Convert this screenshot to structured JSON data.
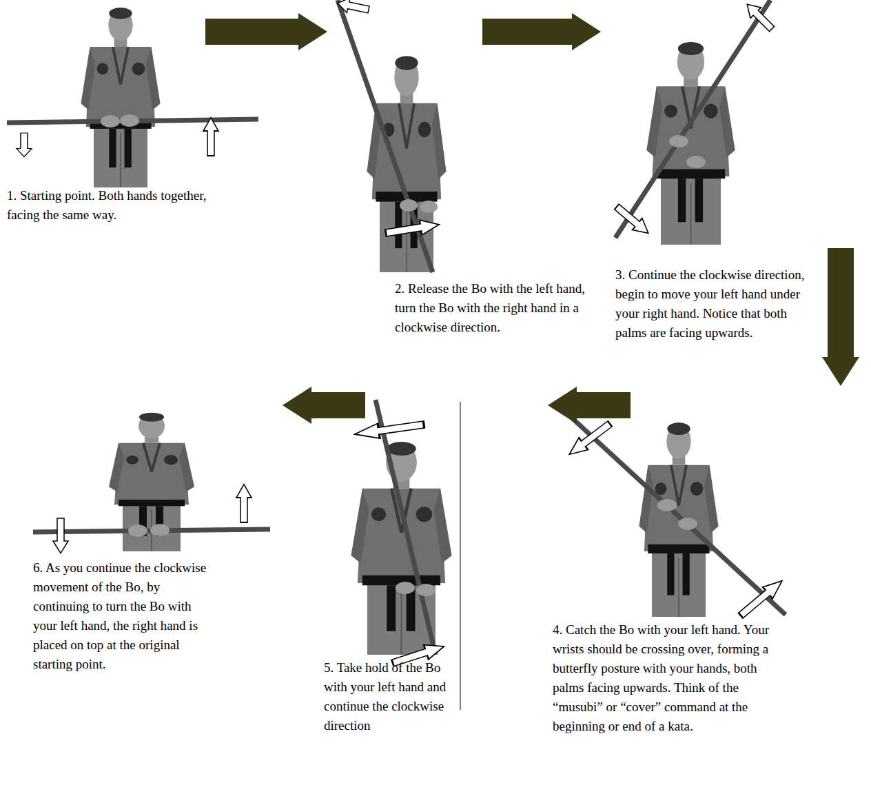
{
  "diagram": {
    "nodes": [
      {
        "text": [
          "1. Starting point. Both hands together, facing the same way."
        ]
      },
      {
        "text": [
          "2. Release the Bo with the left hand, turn the Bo with the right hand in a clockwise direction."
        ]
      },
      {
        "text": [
          "3. Continue the clockwise direction, begin to move your left hand under your right hand. Notice that both palms are facing upwards."
        ]
      },
      {
        "text": [
          "4. Catch the Bo with your left hand. Your wrists should be crossing over, forming a butterfly posture with your hands, both palms facing upwards. Think of the “musubi” or “cover” command at the beginning or end of a kata."
        ]
      },
      {
        "text": [
          "5. Take hold of the Bo with your left hand and continue the clockwise direction"
        ]
      },
      {
        "text": [
          "6. As you continue the clockwise movement of the Bo, by continuing to turn the Bo with your left hand, the right hand is placed on top at the original starting point."
        ]
      }
    ],
    "edges": [
      {
        "from": 0,
        "to": 1,
        "arrow": "to"
      },
      {
        "from": 1,
        "to": 2,
        "arrow": "to"
      },
      {
        "from": 2,
        "to": 3,
        "arrow": "to"
      },
      {
        "from": 3,
        "to": 4,
        "arrow": "to"
      },
      {
        "from": 4,
        "to": 5,
        "arrow": "to"
      }
    ]
  }
}
